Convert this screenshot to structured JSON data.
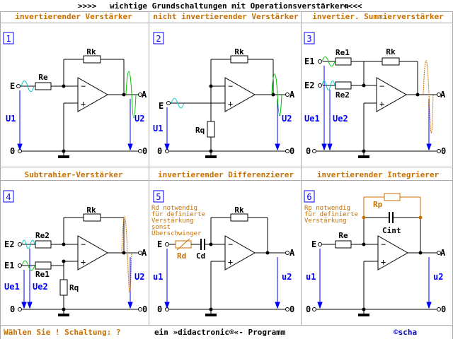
{
  "header": {
    "prefix": ">>>>",
    "title": "wichtige Grundschaltungen mit Operationsverstärkern",
    "suffix": "<<<<"
  },
  "cells": [
    {
      "number": "1",
      "title": "invertierender Verstärker"
    },
    {
      "number": "2",
      "title": "nicht invertierender Verstärker"
    },
    {
      "number": "3",
      "title": "invertier. Summierverstärker"
    },
    {
      "number": "4",
      "title": "Subtrahier-Verstärker"
    },
    {
      "number": "5",
      "title": "invertierender Differenzierer"
    },
    {
      "number": "6",
      "title": "invertierender Integrierer"
    }
  ],
  "labels": {
    "Rk": "Rk",
    "Re": "Re",
    "Re1": "Re1",
    "Re2": "Re2",
    "Rq": "Rq",
    "Rd": "Rd",
    "Cd": "Cd",
    "Rp": "Rp",
    "Cint": "Cint",
    "E": "E",
    "E1": "E1",
    "E2": "E2",
    "A": "A",
    "U1": "U1",
    "U2": "U2",
    "Ue1": "Ue1",
    "Ue2": "Ue2",
    "u1": "u1",
    "u2": "u2",
    "zero": "0",
    "minus": "−",
    "plus": "+"
  },
  "notes": {
    "cell5": [
      "Rd notwendig",
      "für definierte",
      "Verstärkung",
      "sonst",
      "Überschwinger"
    ],
    "cell6": [
      "Rp notwendig",
      "für definierte",
      "Verstärkung"
    ]
  },
  "footer": {
    "prompt": "Wählen Sie !  Schaltung: ?",
    "program": "ein »didactronic®«- Programm",
    "copyright": "©scha"
  },
  "colors": {
    "title_text": "#c87000",
    "grid_lines": "#aaaaaa",
    "number_box": "#0000ff",
    "arrows": "#0000ff",
    "input_wave": "#00c8c8",
    "output_wave_green": "#00c000",
    "output_wave_orange": "#c87000",
    "footer_highlight": "#c87000",
    "footer_blue": "#0000c0"
  }
}
